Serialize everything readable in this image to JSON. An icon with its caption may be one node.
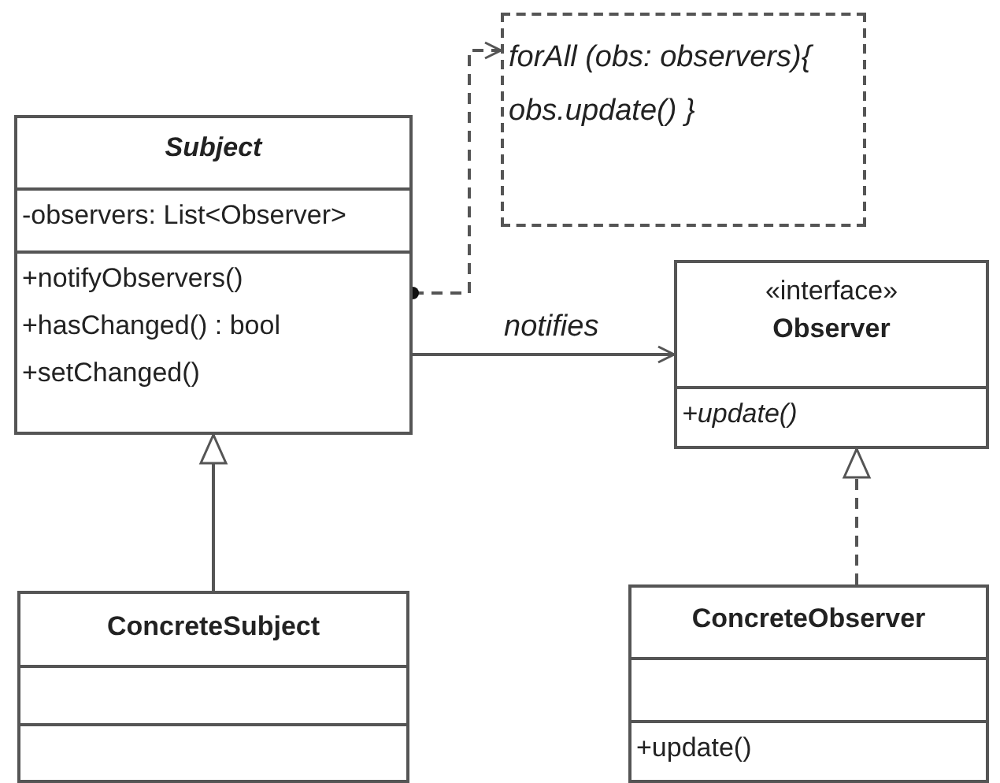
{
  "diagram": {
    "nodes": [
      {
        "text": [
          "Subject",
          "-observers: List<Observer>",
          "+notifyObservers()",
          "+hasChanged() : bool",
          "+setChanged()"
        ]
      },
      {
        "text": [
          "forAll (obs: observers){ obs.update() }"
        ]
      },
      {
        "text": [
          "«interface»",
          "Observer",
          "+update()"
        ]
      },
      {
        "text": [
          "ConcreteSubject"
        ]
      },
      {
        "text": [
          "ConcreteObserver",
          "+update()"
        ]
      }
    ],
    "edges": [
      {
        "from": 0,
        "to": 1,
        "arrow": "to",
        "style": "dashed"
      },
      {
        "from": 0,
        "to": 2,
        "arrow": "to",
        "label": "notifies"
      },
      {
        "from": 3,
        "to": 0,
        "arrow": "to"
      },
      {
        "from": 4,
        "to": 2,
        "arrow": "to",
        "style": "dashed"
      }
    ]
  }
}
